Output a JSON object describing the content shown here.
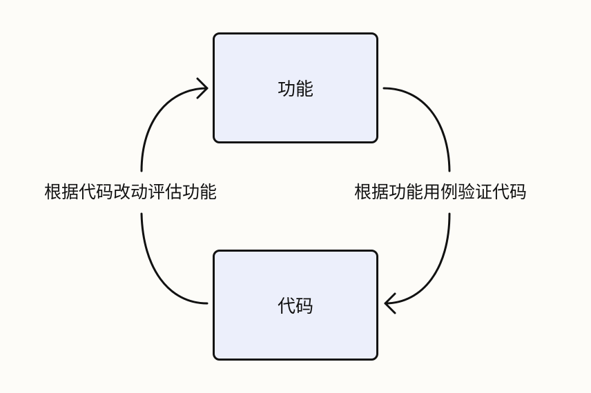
{
  "diagram": {
    "nodes": {
      "top": {
        "label": "功能"
      },
      "bottom": {
        "label": "代码"
      }
    },
    "edges": {
      "left": {
        "from": "代码",
        "to": "功能",
        "label": "根据代码改动评估功能"
      },
      "right": {
        "from": "功能",
        "to": "代码",
        "label": "根据功能用例验证代码"
      }
    },
    "colors": {
      "node_fill": "#eceffb",
      "node_border": "#111111",
      "background": "#fdfcf8",
      "arrow": "#111111"
    }
  }
}
